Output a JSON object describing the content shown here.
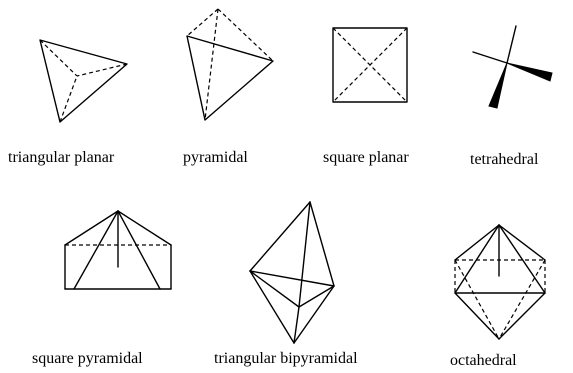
{
  "geometries": [
    {
      "id": "triangular-planar",
      "label": "triangular planar"
    },
    {
      "id": "pyramidal",
      "label": "pyramidal"
    },
    {
      "id": "square-planar",
      "label": "square planar"
    },
    {
      "id": "tetrahedral",
      "label": "tetrahedral"
    },
    {
      "id": "square-pyramidal",
      "label": "square pyramidal"
    },
    {
      "id": "triangular-bipyramidal",
      "label": "triangular bipyramidal"
    },
    {
      "id": "octahedral",
      "label": "octahedral"
    }
  ],
  "colors": {
    "line": "#000000",
    "background": "#ffffff"
  }
}
